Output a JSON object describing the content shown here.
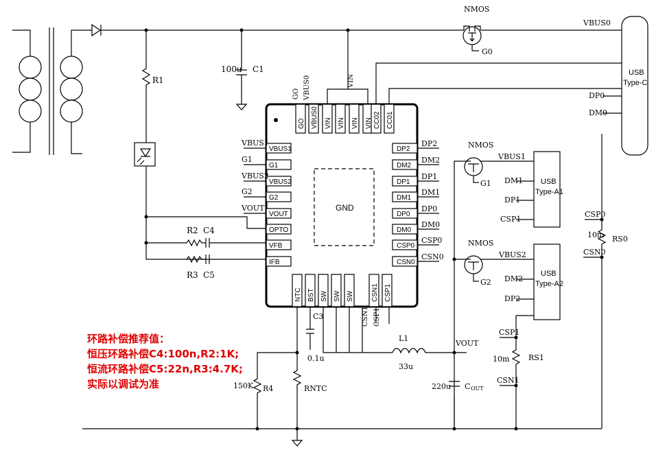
{
  "chip": {
    "center_label": "GND",
    "left_pins": [
      "VBUS1",
      "G1",
      "VBUS2",
      "G2",
      "VOUT",
      "OPTO",
      "VFB",
      "IFB"
    ],
    "right_pins": [
      "DP2",
      "DM2",
      "DP1",
      "DM1",
      "DP0",
      "DM0",
      "CSP0",
      "CSN0"
    ],
    "top_pins": [
      "GO",
      "VBUS0",
      "VIN",
      "VIN",
      "VIN",
      "VIN",
      "CC02",
      "CC01"
    ],
    "bottom_pins": [
      "NTC",
      "BST",
      "SW",
      "SW",
      "SW",
      "CSN1",
      "CSP1"
    ]
  },
  "nets": {
    "left": [
      "VBUS1",
      "G1",
      "VBUS2",
      "G2",
      "VOUT"
    ],
    "right": [
      "DP2",
      "DM2",
      "DP1",
      "DM1",
      "DP0",
      "DM0",
      "CSP0",
      "CSN0"
    ],
    "top_go": "GO",
    "top_vbus0": "VBUS0",
    "top_vin": "VIN",
    "bottom_csn1": "CSN1",
    "bottom_csp1": "CSP1"
  },
  "components": {
    "r1": "R1",
    "c1_value": "100u",
    "c1_name": "C1",
    "r2": "R2",
    "c4": "C4",
    "r3": "R3",
    "c5": "C5",
    "c3": "C3",
    "c3_value": "0.1u",
    "l1_name": "L1",
    "l1_value": "33u",
    "vout": "VOUT",
    "cout_value": "220u",
    "cout_name": "C",
    "cout_sub": "OUT",
    "r4_value": "150K",
    "r4_name": "R4",
    "rntc": "RNTC",
    "rs1_value": "10m",
    "rs1_name": "RS1",
    "rs0_value": "10m",
    "rs0_name": "RS0"
  },
  "nmos": {
    "q0_label": "NMOS",
    "q0_gate": "G0",
    "q1_label": "NMOS",
    "q1_gate": "G1",
    "q2_label": "NMOS",
    "q2_gate": "G2"
  },
  "usb_c": {
    "line1": "USB",
    "line2": "Type-C",
    "vbus": "VBUS0",
    "dp": "DP0",
    "dm": "DM0",
    "csp": "CSP0",
    "csn": "CSN0"
  },
  "usb_a1": {
    "line1": "USB",
    "line2": "Type-A1",
    "vbus": "VBUS1",
    "dm": "DM1",
    "dp": "DP1",
    "csp": "CSP1"
  },
  "usb_a2": {
    "line1": "USB",
    "line2": "Type-A2",
    "vbus": "VBUS2",
    "dm": "DM2",
    "dp": "DP2",
    "csp": "CSP1",
    "csn": "CSN1"
  },
  "note": {
    "line1": "环路补偿推荐值：",
    "line2": "恒压环路补偿C4:100n,R2:1K;",
    "line3": "恒流环路补偿C5:22n,R3:4.7K;",
    "line4": "实际以调试为准"
  }
}
